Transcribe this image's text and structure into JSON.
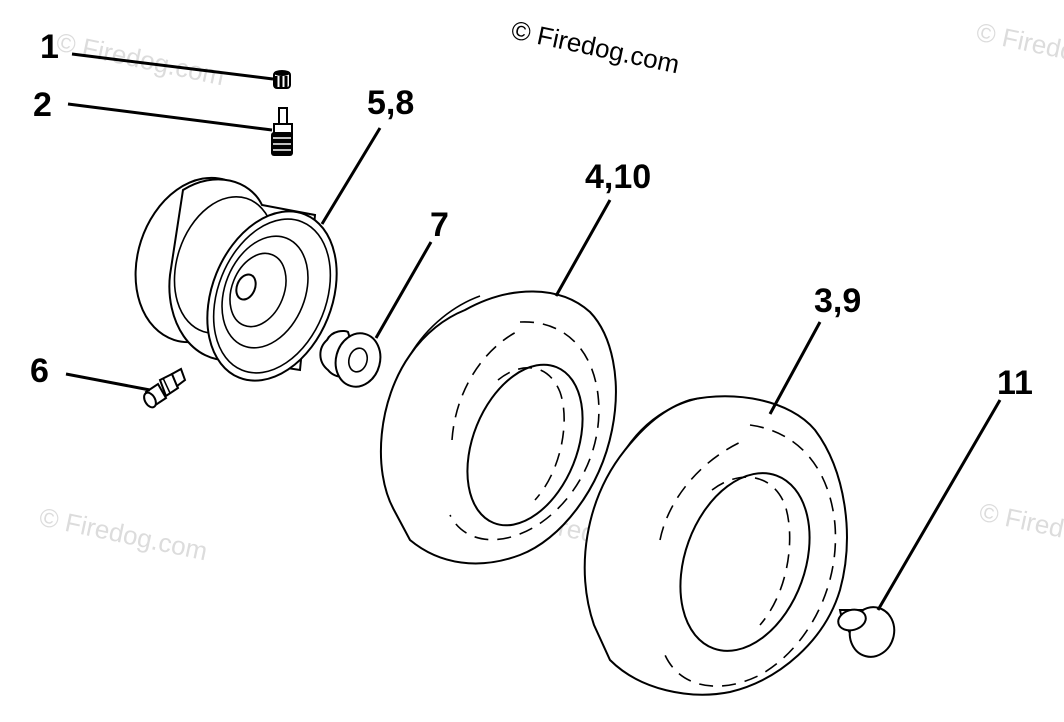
{
  "watermark": {
    "main": "© Firedog.com",
    "tiles": [
      "© Firedog.com",
      "© Firedog.com",
      "© Firedog.com",
      "© Firedog.com",
      "© Firedog.com",
      "© Firedog.com"
    ]
  },
  "callouts": {
    "c1": "1",
    "c2": "2",
    "c58": "5,8",
    "c410": "4,10",
    "c7": "7",
    "c39": "3,9",
    "c6": "6",
    "c11": "11"
  },
  "parts": [
    {
      "ref": "1",
      "icon": "valve-cap-icon"
    },
    {
      "ref": "2",
      "icon": "valve-stem-icon"
    },
    {
      "ref": "3,9",
      "icon": "rear-tire-icon"
    },
    {
      "ref": "4,10",
      "icon": "front-tire-icon"
    },
    {
      "ref": "5,8",
      "icon": "wheel-rim-icon"
    },
    {
      "ref": "6",
      "icon": "grease-fitting-icon"
    },
    {
      "ref": "7",
      "icon": "bushing-icon"
    },
    {
      "ref": "11",
      "icon": "hub-cap-icon"
    }
  ]
}
